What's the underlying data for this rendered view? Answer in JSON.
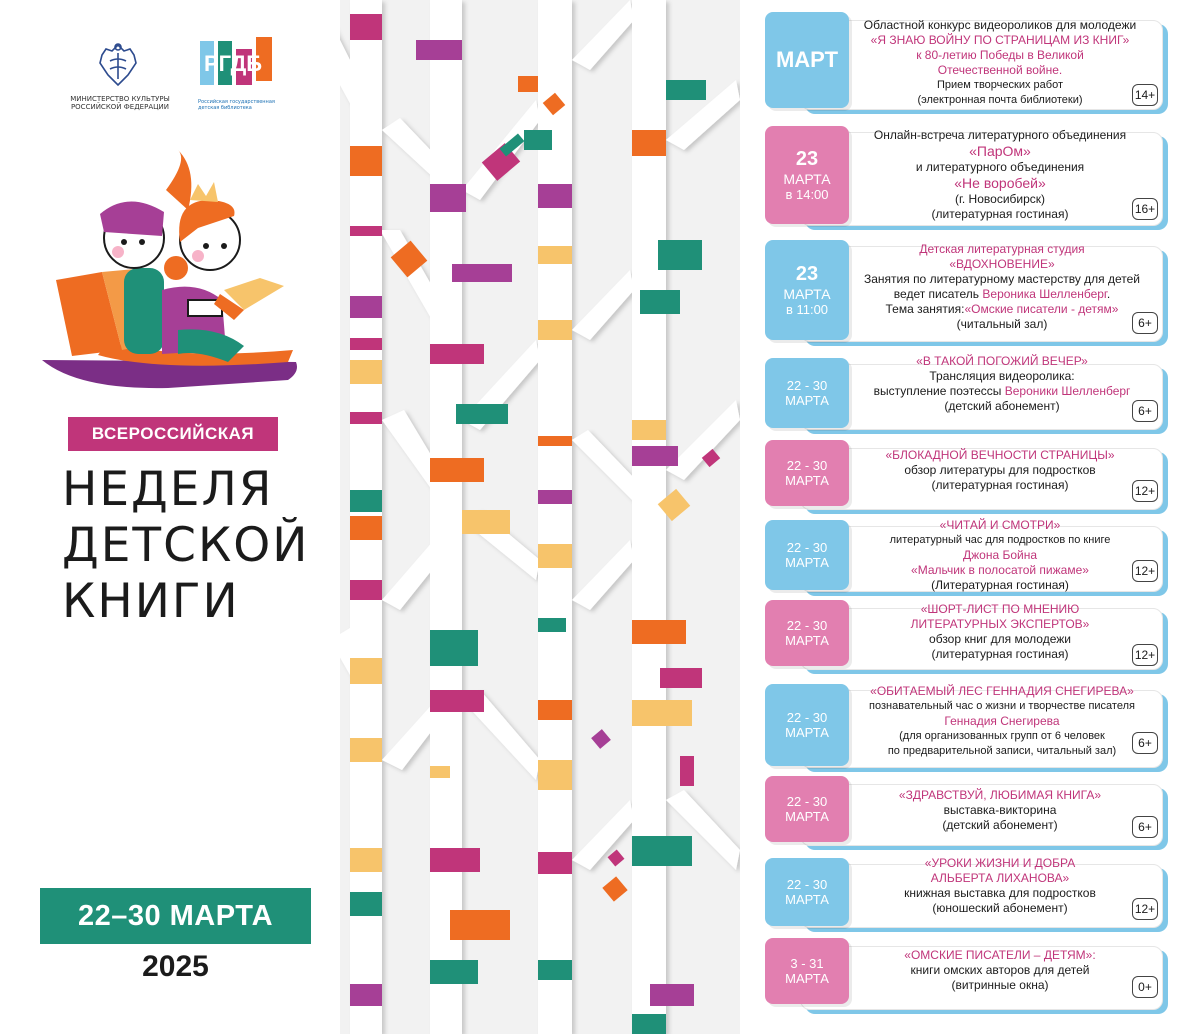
{
  "left": {
    "ministry_text": "МИНИСТЕРСТВО КУЛЬТУРЫ РОССИЙСКОЙ ФЕДЕРАЦИИ",
    "rgdb_logo_letters": "РГДБ",
    "rgdb_text": "Российская государственная детская библиотека",
    "badge": "ВСЕРОССИЙСКАЯ",
    "title_lines": [
      "НЕДЕЛЯ",
      "ДЕТСКОЙ",
      "КНИГИ"
    ],
    "dates": "22–30 МАРТА",
    "year": "2025"
  },
  "colors": {
    "pink": "#c0357a",
    "teal": "#1f9078",
    "light_blue": "#7fc7e8",
    "light_pink": "#e27fb0",
    "orange": "#ee6c22",
    "purple": "#a63f96",
    "yellow": "#f7c46b"
  },
  "events": [
    {
      "date_lines": [
        "МАРТ"
      ],
      "color": "blue",
      "lines": [
        {
          "t": "Областной конкурс видеороликов для молодежи",
          "c": ""
        },
        {
          "t": "«Я ЗНАЮ ВОЙНУ ПО СТРАНИЦАМ ИЗ КНИГ»",
          "c": "pk"
        },
        {
          "t": "к 80-летию Победы в Великой",
          "c": "pk"
        },
        {
          "t": "Отечественной войне.",
          "c": "pk"
        },
        {
          "t": "Прием творческих работ",
          "c": ""
        },
        {
          "t": "(электронная почта библиотеки)",
          "c": ""
        }
      ],
      "age": "14+"
    },
    {
      "date_lines": [
        "23",
        "МАРТА",
        "в 14:00"
      ],
      "color": "pink",
      "lines": [
        {
          "t": "Онлайн-встреча литературного объединения",
          "c": ""
        },
        {
          "t": "«ПарОм»",
          "c": "pk"
        },
        {
          "t": "и литературного объединения",
          "c": ""
        },
        {
          "t": "«Не воробей»",
          "c": "pk"
        },
        {
          "t": "(г. Новосибирск)",
          "c": ""
        },
        {
          "t": "(литературная гостиная)",
          "c": ""
        }
      ],
      "age": "16+"
    },
    {
      "date_lines": [
        "23",
        "МАРТА",
        "в 11:00"
      ],
      "color": "blue",
      "lines": [
        {
          "t": "Детская литературная студия",
          "c": "pk"
        },
        {
          "t": "«ВДОХНОВЕНИЕ»",
          "c": "pk"
        },
        {
          "t": "Занятия по литературному мастерству для детей",
          "c": ""
        },
        {
          "t": "ведет писатель Вероника Шелленберг.",
          "c": "mix1"
        },
        {
          "t": "Тема занятия:«Омские писатели - детям»",
          "c": "mix2"
        },
        {
          "t": "(читальный зал)",
          "c": ""
        }
      ],
      "age": "6+"
    },
    {
      "date_lines": [
        "22 - 30",
        "МАРТА"
      ],
      "color": "blue",
      "lines": [
        {
          "t": "«В ТАКОЙ ПОГОЖИЙ ВЕЧЕР»",
          "c": "pk"
        },
        {
          "t": "Трансляция видеоролика:",
          "c": ""
        },
        {
          "t": "выступление поэтессы Вероники Шелленберг",
          "c": "mix3"
        },
        {
          "t": "(детский абонемент)",
          "c": ""
        }
      ],
      "age": "6+"
    },
    {
      "date_lines": [
        "22 - 30",
        "МАРТА"
      ],
      "color": "pink",
      "lines": [
        {
          "t": "«БЛОКАДНОЙ ВЕЧНОСТИ СТРАНИЦЫ»",
          "c": "pk"
        },
        {
          "t": "обзор литературы для подростков",
          "c": ""
        },
        {
          "t": "(литературная гостиная)",
          "c": ""
        }
      ],
      "age": "12+"
    },
    {
      "date_lines": [
        "22 - 30",
        "МАРТА"
      ],
      "color": "blue",
      "lines": [
        {
          "t": "«ЧИТАЙ И СМОТРИ»",
          "c": "pk"
        },
        {
          "t": "литературный час для подростков по книге",
          "c": ""
        },
        {
          "t": "Джона Бойна",
          "c": "pk"
        },
        {
          "t": "«Мальчик в полосатой пижаме»",
          "c": "pk"
        },
        {
          "t": "(Литературная гостиная)",
          "c": ""
        }
      ],
      "age": "12+"
    },
    {
      "date_lines": [
        "22 - 30",
        "МАРТА"
      ],
      "color": "pink",
      "lines": [
        {
          "t": "«ШОРТ-ЛИСТ ПО МНЕНИЮ",
          "c": "pk"
        },
        {
          "t": "ЛИТЕРАТУРНЫХ ЭКСПЕРТОВ»",
          "c": "pk"
        },
        {
          "t": "обзор книг для молодежи",
          "c": ""
        },
        {
          "t": "(литературная гостиная)",
          "c": ""
        }
      ],
      "age": "12+"
    },
    {
      "date_lines": [
        "22 - 30",
        "МАРТА"
      ],
      "color": "blue",
      "lines": [
        {
          "t": "«ОБИТАЕМЫЙ ЛЕС ГЕННАДИЯ СНЕГИРЕВА»",
          "c": "pk"
        },
        {
          "t": "познавательный час о жизни и творчестве писателя",
          "c": ""
        },
        {
          "t": "Геннадия Снегирева",
          "c": "pk"
        },
        {
          "t": "(для организованных групп от 6 человек",
          "c": ""
        },
        {
          "t": "по предварительной записи, читальный зал)",
          "c": ""
        }
      ],
      "age": "6+"
    },
    {
      "date_lines": [
        "22 - 30",
        "МАРТА"
      ],
      "color": "pink",
      "lines": [
        {
          "t": "«ЗДРАВСТВУЙ, ЛЮБИМАЯ КНИГА»",
          "c": "pk"
        },
        {
          "t": "выставка-викторина",
          "c": ""
        },
        {
          "t": "(детский абонемент)",
          "c": ""
        }
      ],
      "age": "6+"
    },
    {
      "date_lines": [
        "22 - 30",
        "МАРТА"
      ],
      "color": "blue",
      "lines": [
        {
          "t": "«УРОКИ ЖИЗНИ И ДОБРА",
          "c": "pk"
        },
        {
          "t": "АЛЬБЕРТА ЛИХАНОВА»",
          "c": "pk"
        },
        {
          "t": "книжная выставка для подростков",
          "c": ""
        },
        {
          "t": "(юношеский абонемент)",
          "c": ""
        }
      ],
      "age": "12+"
    },
    {
      "date_lines": [
        "3 - 31",
        "МАРТА"
      ],
      "color": "pink",
      "lines": [
        {
          "t": "«ОМСКИЕ ПИСАТЕЛИ – ДЕТЯМ»:",
          "c": "pk"
        },
        {
          "t": "книги омских авторов для детей",
          "c": ""
        },
        {
          "t": "(витринные окна)",
          "c": ""
        }
      ],
      "age": "0+"
    }
  ]
}
